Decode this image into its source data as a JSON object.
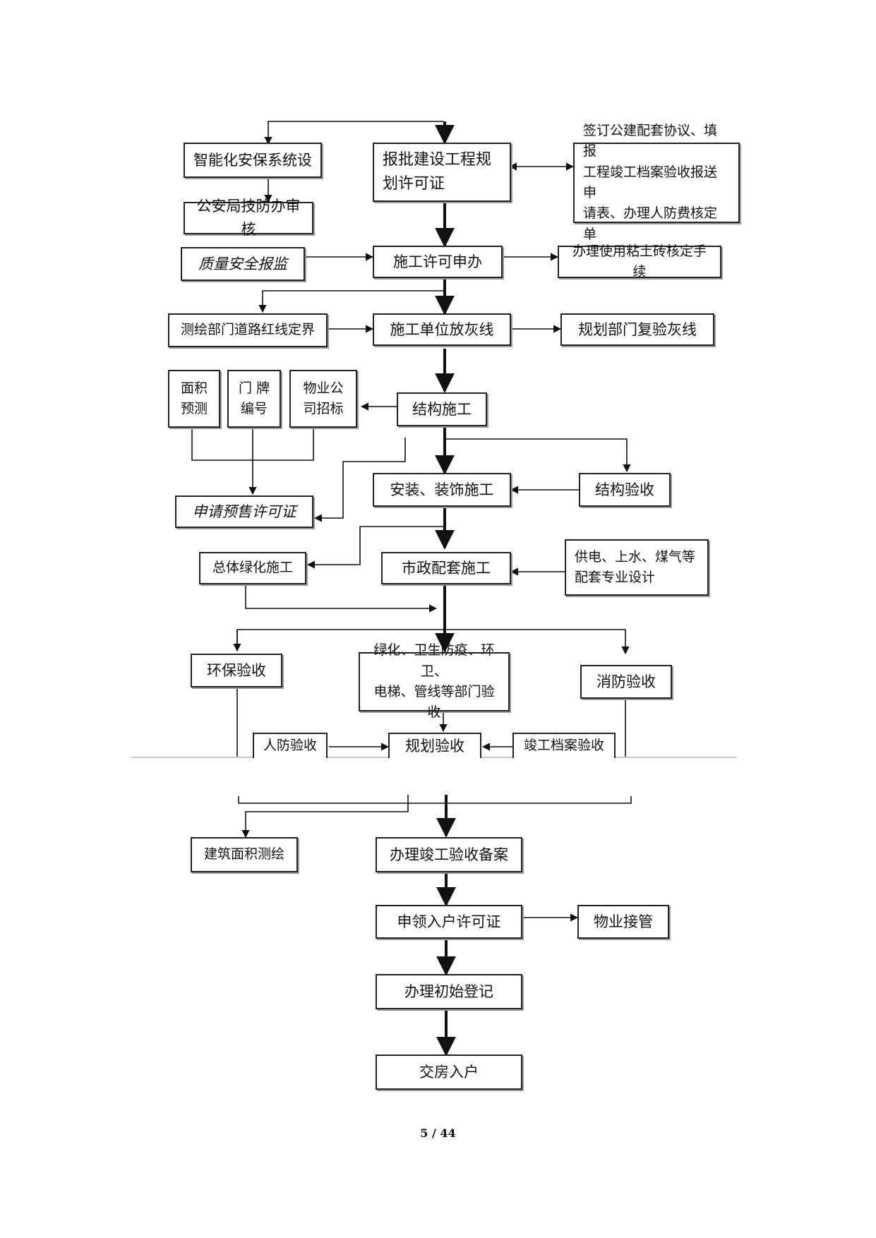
{
  "boxes": {
    "b_zhineng": "智能化安保系统设",
    "b_baopi": "报批建设工程规\n划许可证",
    "b_qianding": "签订公建配套协议、填报\n工程竣工档案验收报送申\n请表、办理人防费核定单",
    "b_gongan": "公安局技防办审核",
    "b_zhiliang": "质量安全报监",
    "b_shigong_xuke": "施工许可申办",
    "b_niantu": "办理使用粘土砖核定手续",
    "b_cehui": "测绘部门道路红线定界",
    "b_fanghui": "施工单位放灰线",
    "b_fuyan": "规划部门复验灰线",
    "b_mianji": "面积\n预测",
    "b_menpai": "门 牌\n编号",
    "b_wuye_zhaobiao": "物业公\n司招标",
    "b_jiegou": "结构施工",
    "b_anzhuang": "安装、装饰施工",
    "b_jiegou_yanshou": "结构验收",
    "b_yushou": "申请预售许可证",
    "b_lvhua": "总体绿化施工",
    "b_shizheng": "市政配套施工",
    "b_gongdian": "供电、上水、煤气等\n配套专业设计",
    "b_huanbao": "环保验收",
    "b_bumen": "绿化、卫生防疫、环卫、\n电梯、管线等部门验收",
    "b_xiaofang": "消防验收",
    "b_renfang": "人防验收",
    "b_guihua_yanshou": "规划验收",
    "b_dangan": "竣工档案验收",
    "b_jianzhu": "建筑面积测绘",
    "b_beian": "办理竣工验收备案",
    "b_ruhu_xuke": "申领入户许可证",
    "b_jieguan": "物业接管",
    "b_chushi": "办理初始登记",
    "b_jiaofang": "交房入户"
  },
  "footer": {
    "page": "5 / 44"
  }
}
